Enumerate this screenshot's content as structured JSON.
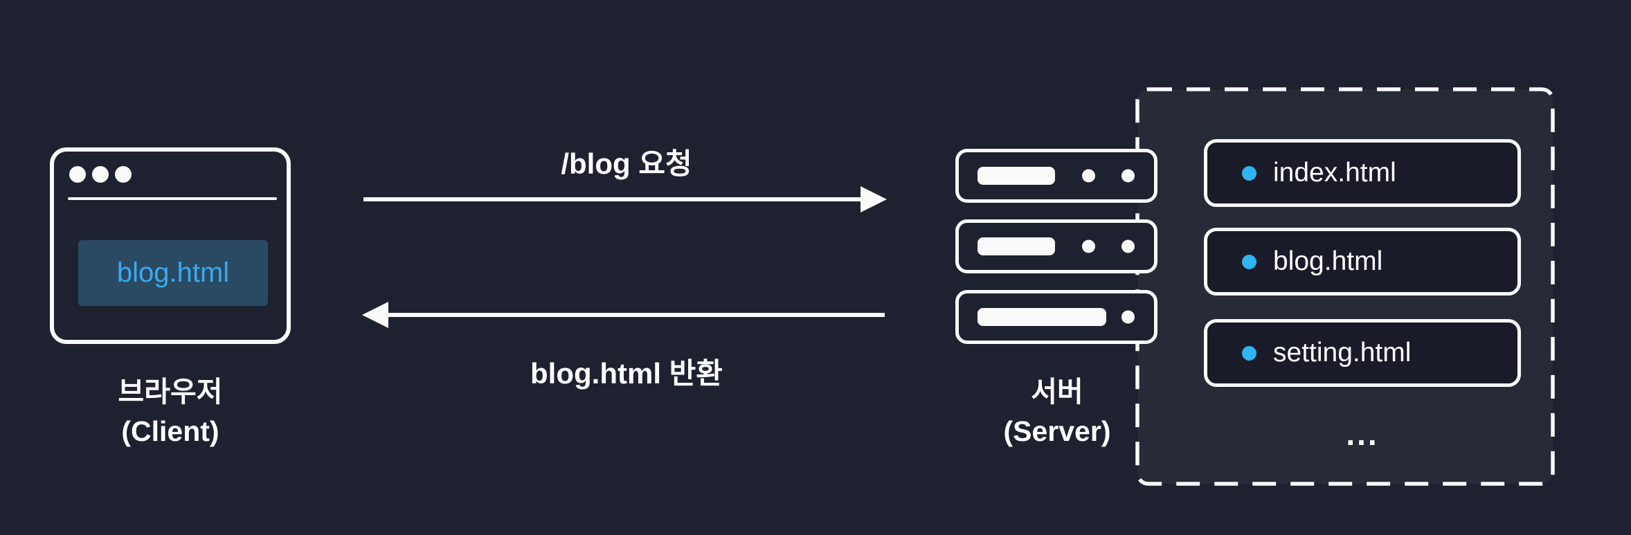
{
  "diagram_title": "client-server-request-flow",
  "browser": {
    "file_label": "blog.html",
    "caption_line1": "브라우저",
    "caption_line2": "(Client)"
  },
  "flows": {
    "request_label": "/blog 요청",
    "response_label": "blog.html 반환"
  },
  "server": {
    "caption_line1": "서버",
    "caption_line2": "(Server)"
  },
  "storage": {
    "files": [
      {
        "name": "index.html"
      },
      {
        "name": "blog.html"
      },
      {
        "name": "setting.html"
      }
    ],
    "more_label": "..."
  },
  "colors": {
    "bg": "#1E212F",
    "line_white": "#FAFAFA",
    "accent_blue": "#3BA9ED",
    "highlight_bg": "#2A4A63",
    "bullet_cyan": "#30B4F2",
    "file_bg": "#191C28"
  }
}
